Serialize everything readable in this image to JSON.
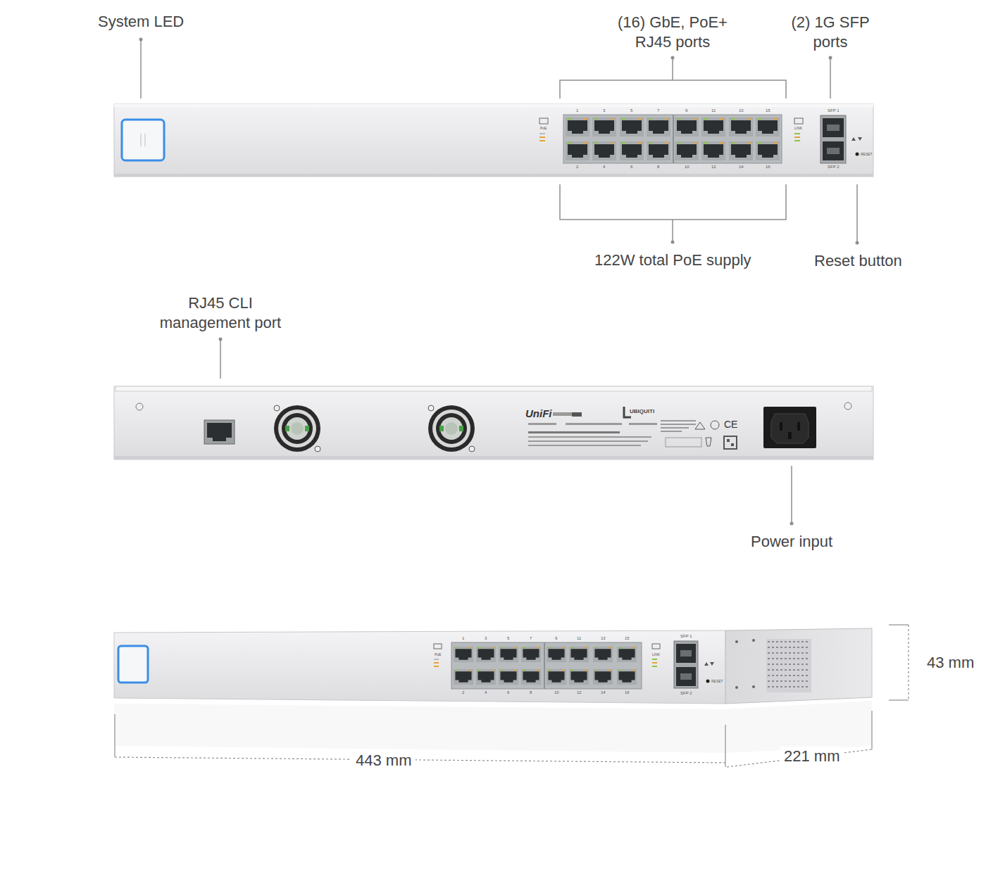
{
  "diagram": {
    "labels": [
      "System LED",
      "(16) GbE, PoE+ RJ45 ports",
      "(2) 1G SFP ports",
      "122W total PoE supply",
      "Reset button",
      "RJ45 CLI management port",
      "Power input",
      "43 mm",
      "443 mm",
      "221 mm",
      "1",
      "3",
      "5",
      "7",
      "9",
      "11",
      "13",
      "15",
      "2",
      "4",
      "6",
      "8",
      "10",
      "12",
      "14",
      "16",
      "SFP 1",
      "SFP 2",
      "RESET",
      "PoE",
      "LINK",
      "1",
      "3",
      "5",
      "7",
      "9",
      "11",
      "13",
      "15",
      "2",
      "4",
      "6",
      "8",
      "10",
      "12",
      "14",
      "16",
      "SFP 1",
      "SFP 2",
      "RESET",
      "PoE",
      "LINK",
      "UniFi",
      "UBIQUITI",
      "CE"
    ]
  }
}
